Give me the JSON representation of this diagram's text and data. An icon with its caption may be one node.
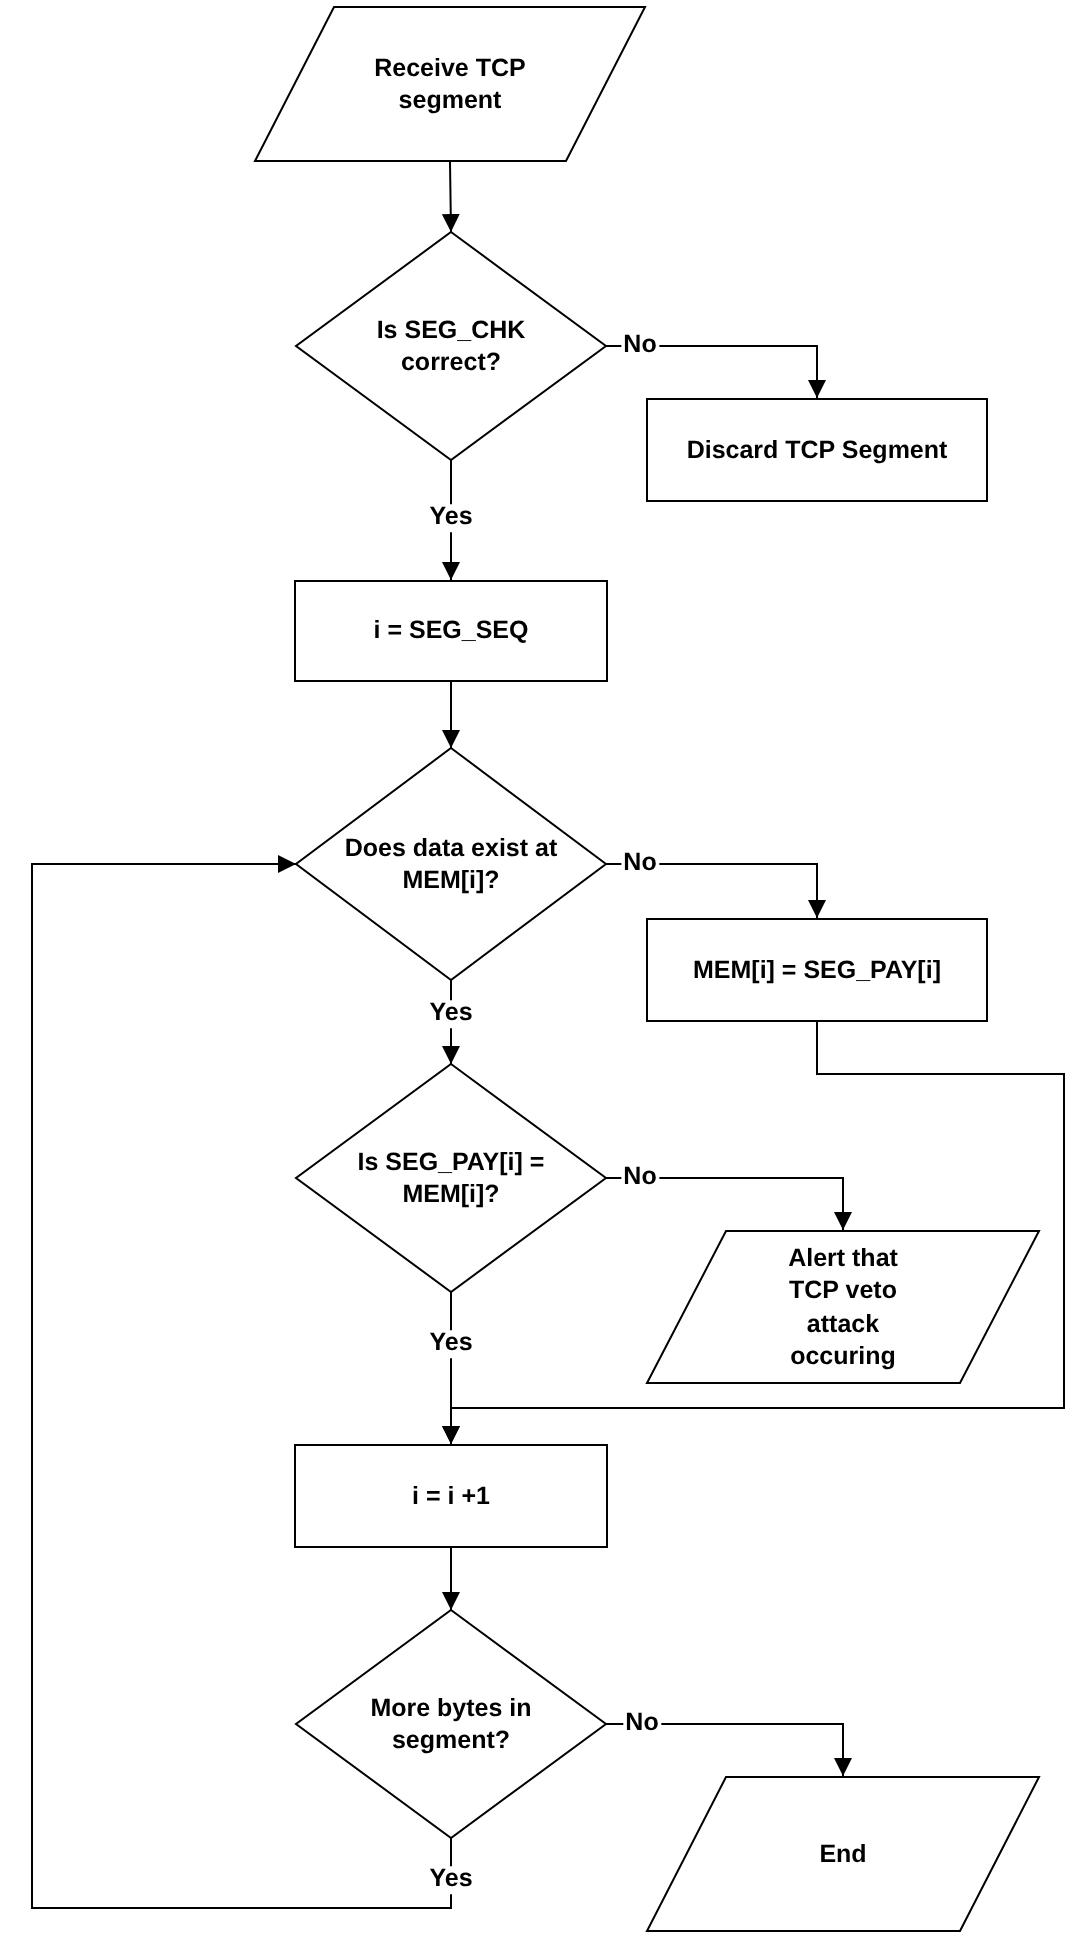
{
  "diagram": {
    "nodes": [
      {
        "text": [
          "Receive TCP segment"
        ]
      },
      {
        "text": [
          "Is SEG_CHK correct?"
        ]
      },
      {
        "text": [
          "Discard TCP Segment"
        ]
      },
      {
        "text": [
          "i = SEG_SEQ"
        ]
      },
      {
        "text": [
          "Does data exist at MEM[i]?"
        ]
      },
      {
        "text": [
          "MEM[i] = SEG_PAY[i]"
        ]
      },
      {
        "text": [
          "Is SEG_PAY[i] = MEM[i]?"
        ]
      },
      {
        "text": [
          "Alert that TCP veto attack occuring"
        ]
      },
      {
        "text": [
          "i = i +1"
        ]
      },
      {
        "text": [
          "More bytes in segment?"
        ]
      },
      {
        "text": [
          "End"
        ]
      }
    ],
    "edges": [
      {
        "from": 0,
        "to": 1,
        "arrow": "to"
      },
      {
        "from": 1,
        "to": 2,
        "arrow": "to",
        "label": "No"
      },
      {
        "from": 1,
        "to": 3,
        "arrow": "to",
        "label": "Yes"
      },
      {
        "from": 3,
        "to": 4,
        "arrow": "to"
      },
      {
        "from": 4,
        "to": 5,
        "arrow": "to",
        "label": "No"
      },
      {
        "from": 4,
        "to": 6,
        "arrow": "to",
        "label": "Yes"
      },
      {
        "from": 6,
        "to": 7,
        "arrow": "to",
        "label": "No"
      },
      {
        "from": 6,
        "to": 8,
        "arrow": "to",
        "label": "Yes"
      },
      {
        "from": 5,
        "to": 8,
        "arrow": "to"
      },
      {
        "from": 8,
        "to": 9,
        "arrow": "to"
      },
      {
        "from": 9,
        "to": 10,
        "arrow": "to",
        "label": "No"
      },
      {
        "from": 9,
        "to": 4,
        "arrow": "to",
        "label": "Yes"
      }
    ]
  }
}
